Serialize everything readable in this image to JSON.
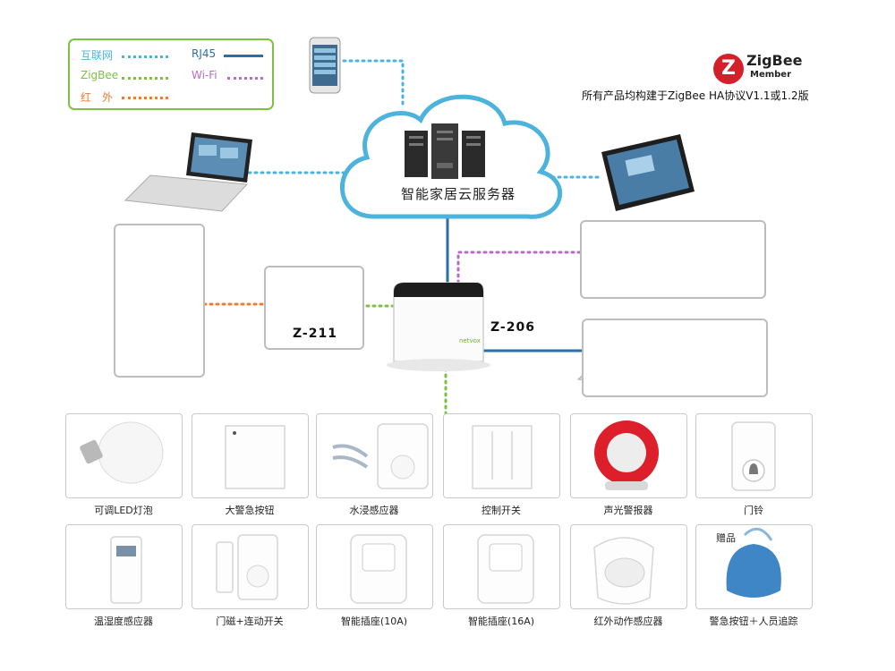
{
  "legend": {
    "internet": "互联网",
    "zigbee": "ZigBee",
    "infrared": "红　外",
    "rj45": "RJ45",
    "wifi": "Wi-Fi"
  },
  "zigbee_badge": {
    "logo_letter": "Z",
    "name": "ZigBee",
    "member": "Member",
    "compat_text": "所有产品均构建于ZigBee HA协议V1.1或1.2版"
  },
  "cloud": {
    "label": "智能家居云服务器"
  },
  "hub": {
    "model": "Z-206",
    "brand": "netvox"
  },
  "ir_controller": {
    "model": "Z-211"
  },
  "devices": [
    {
      "label": "可调LED灯泡"
    },
    {
      "label": "大警急按钮"
    },
    {
      "label": "水浸感应器"
    },
    {
      "label": "控制开关"
    },
    {
      "label": "声光警报器"
    },
    {
      "label": "门铃"
    },
    {
      "label": "温湿度感应器"
    },
    {
      "label": "门磁+连动开关"
    },
    {
      "label": "智能插座(10A)"
    },
    {
      "label": "智能插座(16A)"
    },
    {
      "label": "红外动作感应器"
    },
    {
      "label": "警急按钮＋人员追踪"
    }
  ],
  "gift_badge": "赠品",
  "colors": {
    "internet": "#4db3dc",
    "zigbee": "#7dc142",
    "infrared": "#f07a2e",
    "rj45": "#2a6fa8",
    "wifi": "#b86cc4",
    "legend_border": "#7dc142",
    "zigbee_red": "#d4202b"
  }
}
